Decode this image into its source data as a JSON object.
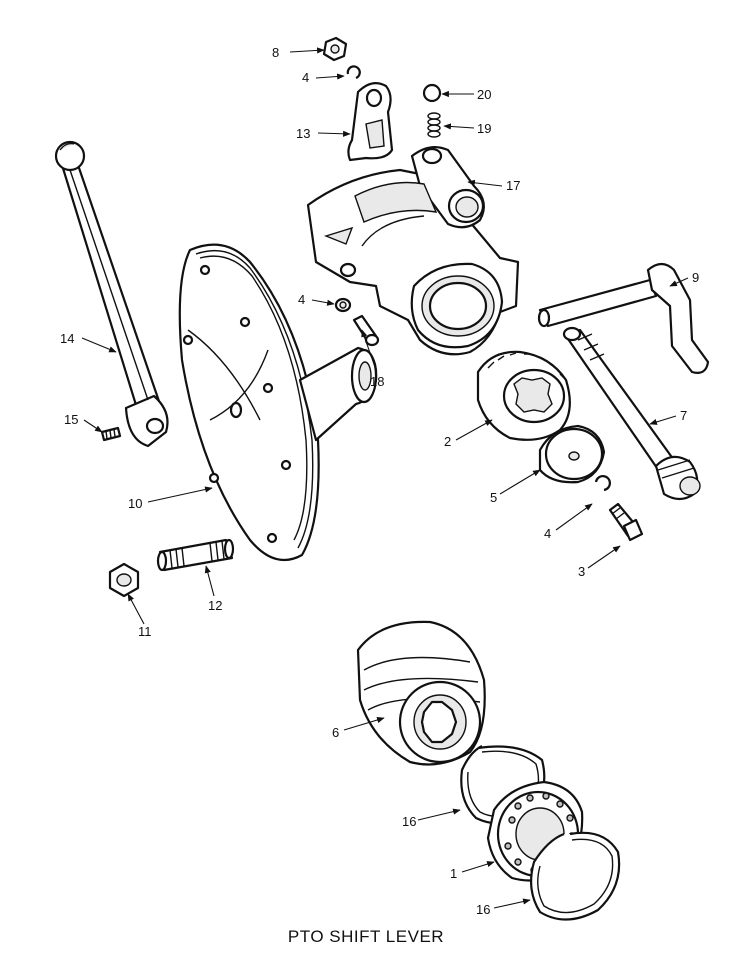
{
  "caption": "PTO SHIFT LEVER",
  "callouts": {
    "c1": "1",
    "c2": "2",
    "c3": "3",
    "c4a": "4",
    "c4b": "4",
    "c4c": "4",
    "c5": "5",
    "c6": "6",
    "c7": "7",
    "c8": "8",
    "c9": "9",
    "c10": "10",
    "c11": "11",
    "c12": "12",
    "c13": "13",
    "c14": "14",
    "c15": "15",
    "c16a": "16",
    "c16b": "16",
    "c17": "17",
    "c18": "18",
    "c19": "19",
    "c20": "20"
  }
}
